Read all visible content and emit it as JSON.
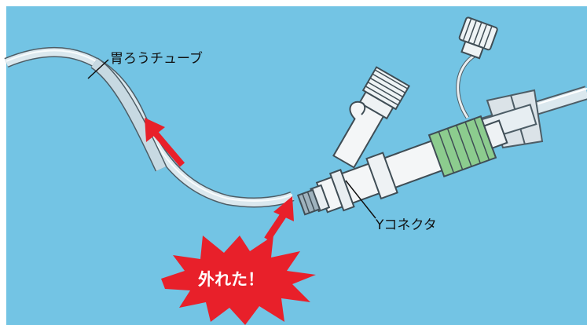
{
  "labels": {
    "tube": "胃ろうチューブ",
    "connector": "Yコネクタ",
    "burst": "外れた！"
  },
  "colors": {
    "background": "#73c4e4",
    "tube": "#dbe8ee",
    "tube_edge": "#5f6e76",
    "connector_body": "#f4f6f7",
    "green_collar": "#8ccc8e",
    "arrow": "#e8202a",
    "burst": "#e8202a"
  },
  "icons": {
    "arrow_tube": "red-arrow-up-left",
    "arrow_burst": "red-arrow-up-right",
    "burst": "red-starburst"
  }
}
